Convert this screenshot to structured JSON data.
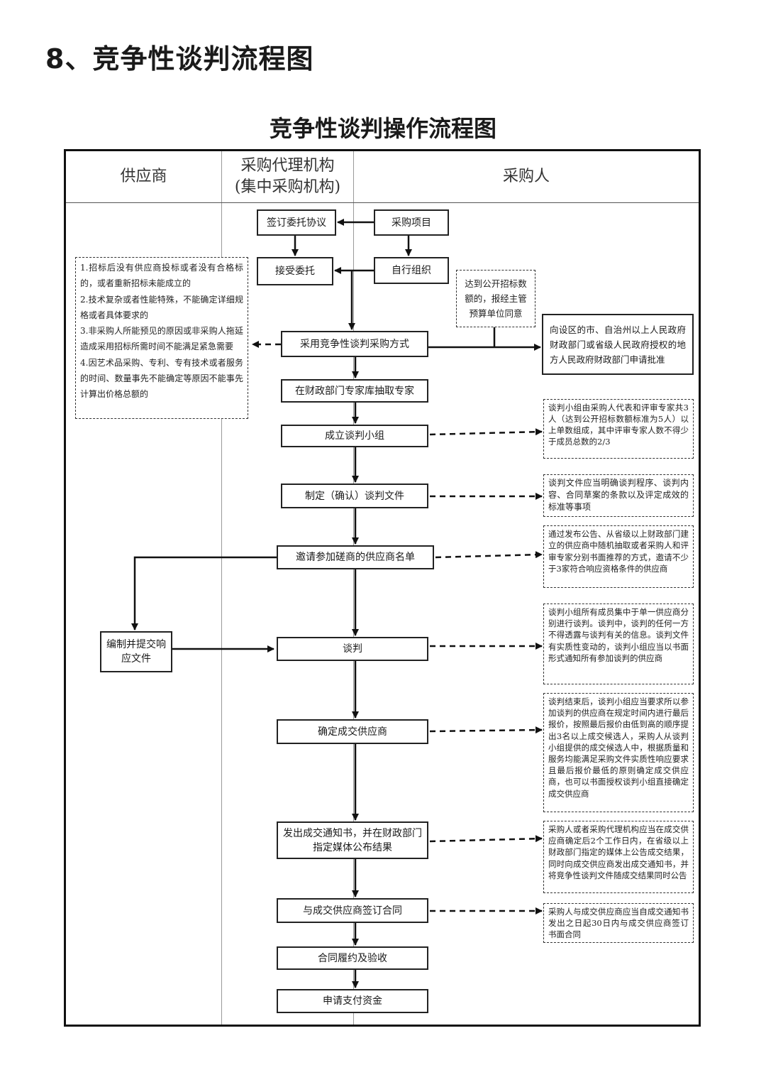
{
  "page_heading": "8、竞争性谈判流程图",
  "chart_title": "竞争性谈判操作流程图",
  "lanes": {
    "supplier": "供应商",
    "agency_line1": "采购代理机构",
    "agency_line2": "(集中采购机构)",
    "purchaser": "采购人"
  },
  "steps": {
    "sign_agreement": "签订委托协议",
    "procurement_project": "采购项目",
    "accept_entrustment": "接受委托",
    "self_organize": "自行组织",
    "adopt_method": "采用竞争性谈判采购方式",
    "extract_experts": "在财政部门专家库抽取专家",
    "form_team": "成立谈判小组",
    "prepare_docs": "制定（确认）谈判文件",
    "invite_suppliers": "邀请参加磋商的供应商名单",
    "prepare_response": "编制并提交响应文件",
    "negotiate": "谈判",
    "determine_supplier": "确定成交供应商",
    "issue_notice": "发出成交通知书，并在财政部门指定媒体公布结果",
    "sign_contract": "与成交供应商签订合同",
    "perform_contract": "合同履约及验收",
    "apply_payment": "申请支付资金"
  },
  "notes": {
    "conditions": "1.招标后没有供应商投标或者没有合格标的，或者重新招标未能成立的\n2.技术复杂或者性能特殊，不能确定详细规格或者具体要求的\n3.非采购人所能预见的原因或非采购人拖延造成采用招标所需时间不能满足紧急需要\n4.因艺术品采购、专利、专有技术或者服务的时间、数量事先不能确定等原因不能事先计算出价格总额的",
    "threshold": "达到公开招标数额的，报经主管预算单位同意",
    "apply_approval": "向设区的市、自治州以上人民政府财政部门或省级人民政府授权的地方人民政府财政部门申请批准",
    "team_composition": "谈判小组由采购人代表和评审专家共3人（达到公开招标数额标准为5人）以上单数组成，其中评审专家人数不得少于成员总数的2/3",
    "doc_content": "谈判文件应当明确谈判程序、谈判内容、合同草案的条款以及评定成效的标准等事项",
    "invite_method": "通过发布公告、从省级以上财政部门建立的供应商中随机抽取或者采购人和评审专家分别书面推荐的方式，邀请不少于3家符合响应资格条件的供应商",
    "negotiation_rules": "谈判小组所有成员集中于单一供应商分别进行谈判。谈判中，谈判的任何一方不得透露与谈判有关的信息。谈判文件有实质性变动的，谈判小组应当以书面形式通知所有参加谈判的供应商",
    "final_quote": "谈判结束后，谈判小组应当要求所以参加谈判的供应商在规定时间内进行最后报价，按照最后报价由低到高的顺序提出3名以上成交候选人，采购人从谈判小组提供的成交候选人中，根据质量和服务均能满足采购文件实质性响应要求且最后报价最低的原则确定成交供应商，也可以书面授权谈判小组直接确定成交供应商",
    "notice_timing": "采购人或者采购代理机构应当在成交供应商确定后2个工作日内，在省级以上财政部门指定的媒体上公告成交结果，同时向成交供应商发出成交通知书，并将竞争性谈判文件随成交结果同时公告",
    "contract_timing": "采购人与成交供应商应当自成交通知书发出之日起30日内与成交供应商签订书面合同"
  }
}
